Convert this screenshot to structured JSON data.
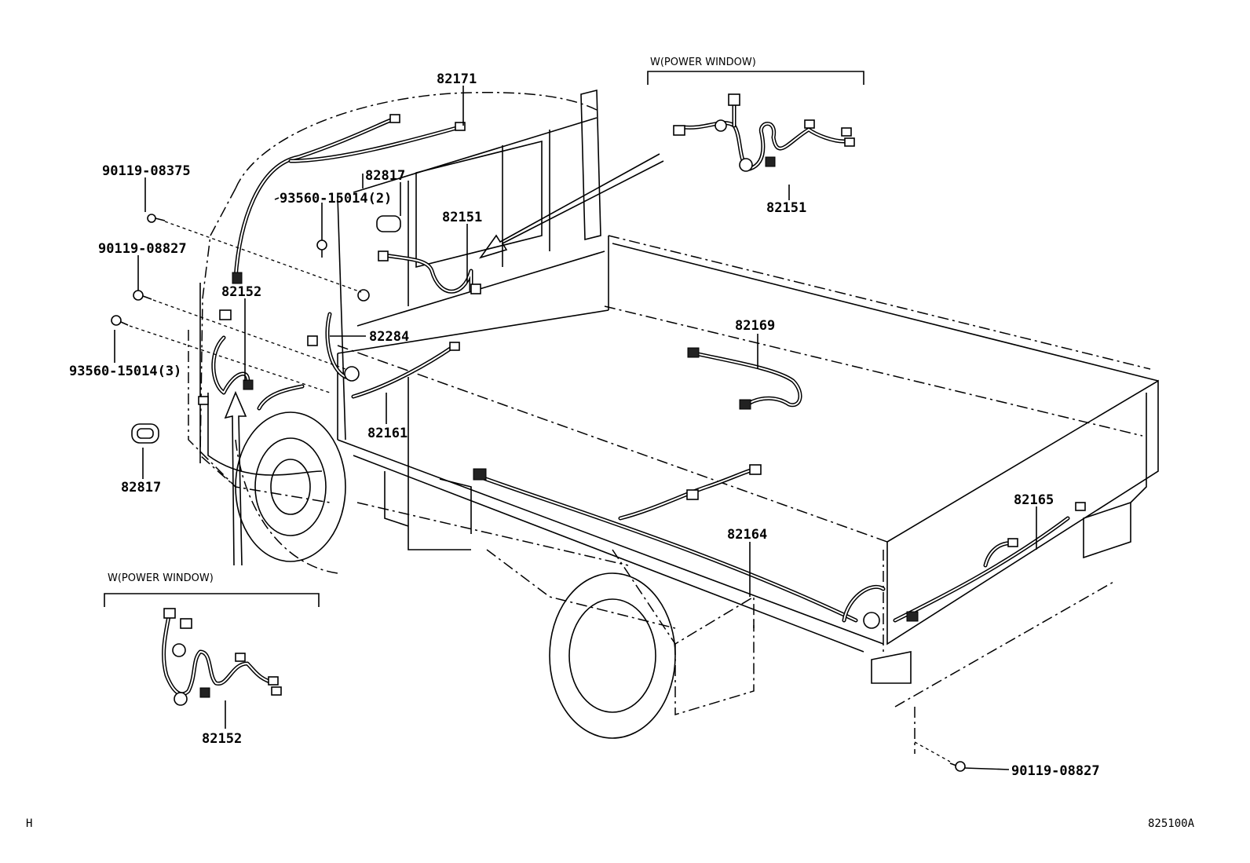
{
  "labels": {
    "header_top": "W(POWER WINDOW)",
    "header_bottom": "W(POWER WINDOW)",
    "p82171": "82171",
    "p90119_08375": "90119-08375",
    "p82817_top": "82817",
    "p93560_2": "93560-15014(2)",
    "p82151_cab": "82151",
    "p90119_08827_front": "90119-08827",
    "p82152_cab": "82152",
    "p82284": "82284",
    "p93560_3": "93560-15014(3)",
    "p82161": "82161",
    "p82817_front": "82817",
    "p82151_inset": "82151",
    "p82169": "82169",
    "p82165": "82165",
    "p82164": "82164",
    "p82152_inset": "82152",
    "p90119_08827_rear": "90119-08827",
    "corner_mark": "H",
    "diagram_code": "825100A"
  }
}
